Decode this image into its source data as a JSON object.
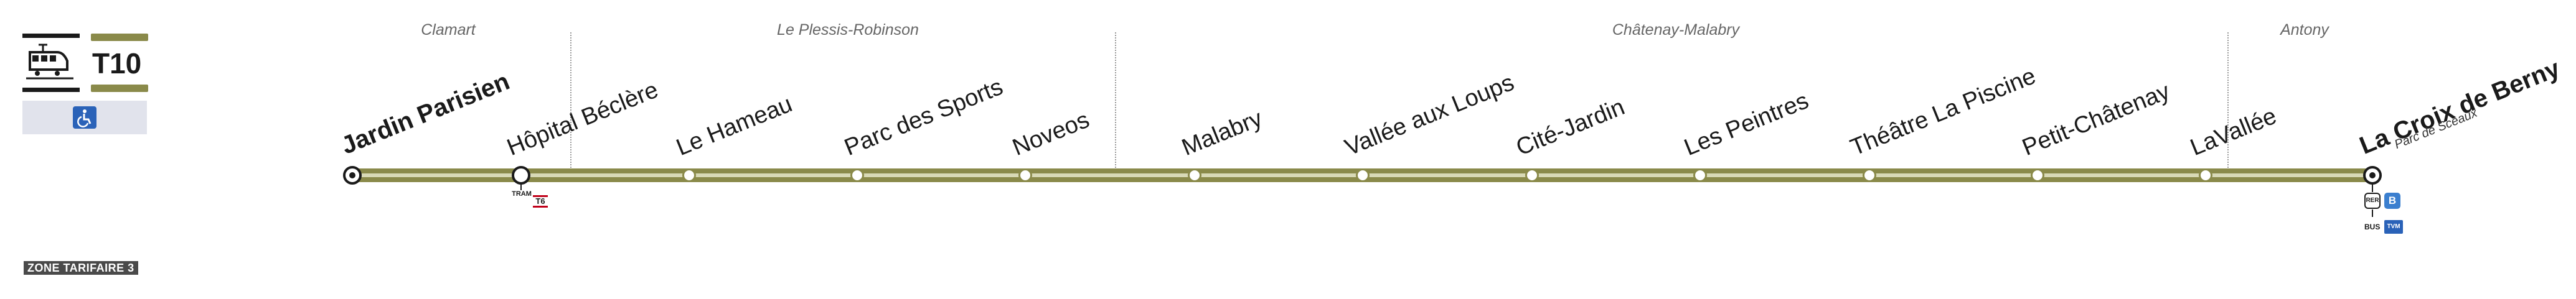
{
  "header": {
    "line_name": "T10",
    "mode_icon": "tram-icon",
    "accessibility_icon": "wheelchair-icon",
    "zone": "ZONE TARIFAIRE 3"
  },
  "communes": [
    {
      "name": "Clamart"
    },
    {
      "name": "Le Plessis-Robinson"
    },
    {
      "name": "Châtenay-Malabry"
    },
    {
      "name": "Antony"
    }
  ],
  "stops": [
    {
      "name": "Jardin Parisien",
      "terminus": true
    },
    {
      "name": "Hôpital Béclère",
      "terminus": false
    },
    {
      "name": "Le Hameau",
      "terminus": false
    },
    {
      "name": "Parc des Sports",
      "terminus": false
    },
    {
      "name": "Noveos",
      "terminus": false
    },
    {
      "name": "Malabry",
      "terminus": false
    },
    {
      "name": "Vallée aux Loups",
      "terminus": false
    },
    {
      "name": "Cité-Jardin",
      "terminus": false
    },
    {
      "name": "Les Peintres",
      "terminus": false
    },
    {
      "name": "Théâtre La Piscine",
      "terminus": false
    },
    {
      "name": "Petit-Châtenay",
      "terminus": false
    },
    {
      "name": "LaVallée",
      "terminus": false
    },
    {
      "name": "La Croix de Berny",
      "subtitle": "Parc de Sceaux",
      "terminus": true
    }
  ],
  "connections": {
    "hopital_beclere": {
      "mode": "TRAM",
      "line": "T6",
      "line_color": "#c0001a"
    },
    "la_croix_de_berny": {
      "rer_mode": "RER",
      "rer_line": "B",
      "bus_mode": "BUS",
      "bus_line": "TVM"
    }
  },
  "colors": {
    "line": "#8a8a4a",
    "rer_b": "#3b7fcf",
    "accessibility": "#2a62b8"
  }
}
